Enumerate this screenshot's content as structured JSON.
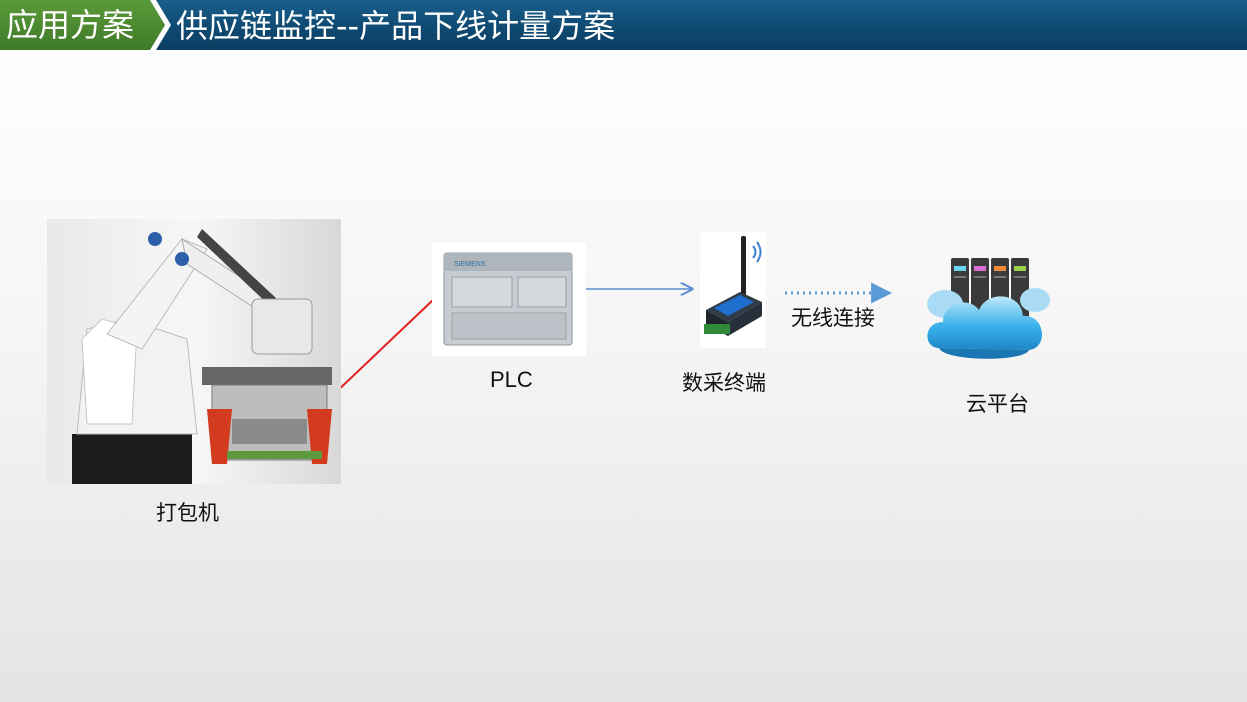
{
  "header": {
    "tag": "应用方案",
    "title": "供应链监控--产品下线计量方案"
  },
  "diagram": {
    "nodes": [
      {
        "id": "packer",
        "label": "打包机",
        "icon": "robot-arm-icon"
      },
      {
        "id": "plc",
        "label": "PLC",
        "icon": "plc-module-icon"
      },
      {
        "id": "terminal",
        "label": "数采终端",
        "icon": "wireless-terminal-icon"
      },
      {
        "id": "cloud",
        "label": "云平台",
        "icon": "cloud-server-icon"
      }
    ],
    "edges": [
      {
        "from": "packer",
        "to": "plc",
        "style": "solid",
        "color": "#e02020"
      },
      {
        "from": "plc",
        "to": "terminal",
        "style": "arrow",
        "color": "#5b8fd1"
      },
      {
        "from": "terminal",
        "to": "cloud",
        "style": "dotted-arrow",
        "color": "#5b8fd1",
        "label": "无线连接"
      }
    ]
  }
}
